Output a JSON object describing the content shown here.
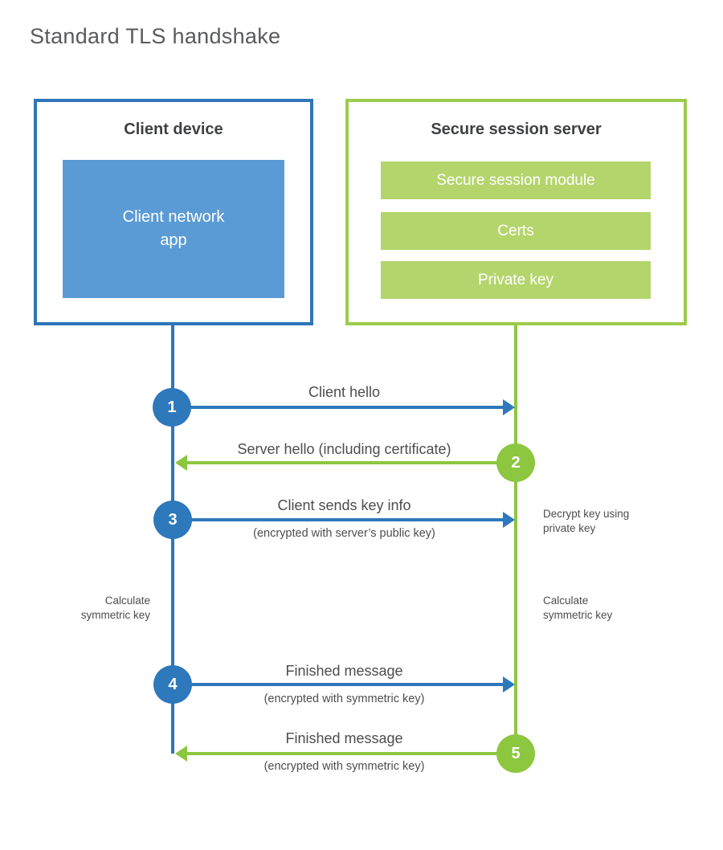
{
  "title": "Standard TLS handshake",
  "colors": {
    "blue_border": "#2e75b9",
    "blue_fill": "#5b9bd5",
    "blue_accent": "#2e78bc",
    "green_border": "#9ccb4d",
    "green_fill": "#b4d56c",
    "green_accent": "#8dc63f",
    "heading_text": "#3f4042",
    "label_text": "#4d4d4f",
    "title_text": "#595a5c"
  },
  "client": {
    "title": "Client device",
    "app_label": "Client network\napp"
  },
  "server": {
    "title": "Secure session server",
    "modules": [
      "Secure session module",
      "Certs",
      "Private key"
    ]
  },
  "steps": [
    {
      "num": "1",
      "label": "Client hello",
      "sub": "",
      "direction": "client-to-server",
      "color": "blue"
    },
    {
      "num": "2",
      "label": "Server hello (including certificate)",
      "sub": "",
      "direction": "server-to-client",
      "color": "green"
    },
    {
      "num": "3",
      "label": "Client sends key info",
      "sub": "(encrypted with server’s public key)",
      "direction": "client-to-server",
      "color": "blue"
    },
    {
      "num": "4",
      "label": "Finished message",
      "sub": "(encrypted with symmetric key)",
      "direction": "client-to-server",
      "color": "blue"
    },
    {
      "num": "5",
      "label": "Finished message",
      "sub": "(encrypted with symmetric key)",
      "direction": "server-to-client",
      "color": "green"
    }
  ],
  "notes": {
    "decrypt": "Decrypt key using\nprivate key",
    "calc_left": "Calculate\nsymmetric key",
    "calc_right": "Calculate\nsymmetric key"
  }
}
